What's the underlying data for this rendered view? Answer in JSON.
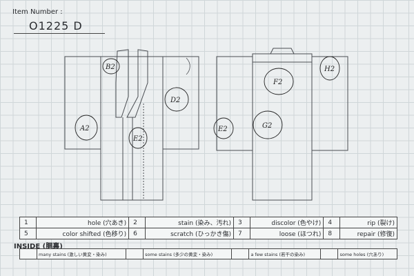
{
  "item": {
    "label": "Item Number :",
    "number": "O1225  D"
  },
  "markers": {
    "front": [
      "B2",
      "D2",
      "A2",
      "E2"
    ],
    "back": [
      "F2",
      "H2",
      "E2",
      "G2"
    ]
  },
  "legend": [
    {
      "num": "1",
      "label": "hole (穴あき)"
    },
    {
      "num": "2",
      "label": "stain (染み、汚れ)"
    },
    {
      "num": "3",
      "label": "discolor (色やけ)"
    },
    {
      "num": "4",
      "label": "rip (裂け)"
    },
    {
      "num": "5",
      "label": "color shifted (色移り)"
    },
    {
      "num": "6",
      "label": "scratch (ひっかき傷)"
    },
    {
      "num": "7",
      "label": "loose (ほつれ)"
    },
    {
      "num": "8",
      "label": "repair (修復)"
    }
  ],
  "inside": {
    "title": "INSIDE (胴裏)",
    "items": [
      "many stains (激しい黄変・染み)",
      "some stains (多少の黄変・染み)",
      "a few stains (若干の染み)",
      "some holes (穴あり)"
    ]
  }
}
